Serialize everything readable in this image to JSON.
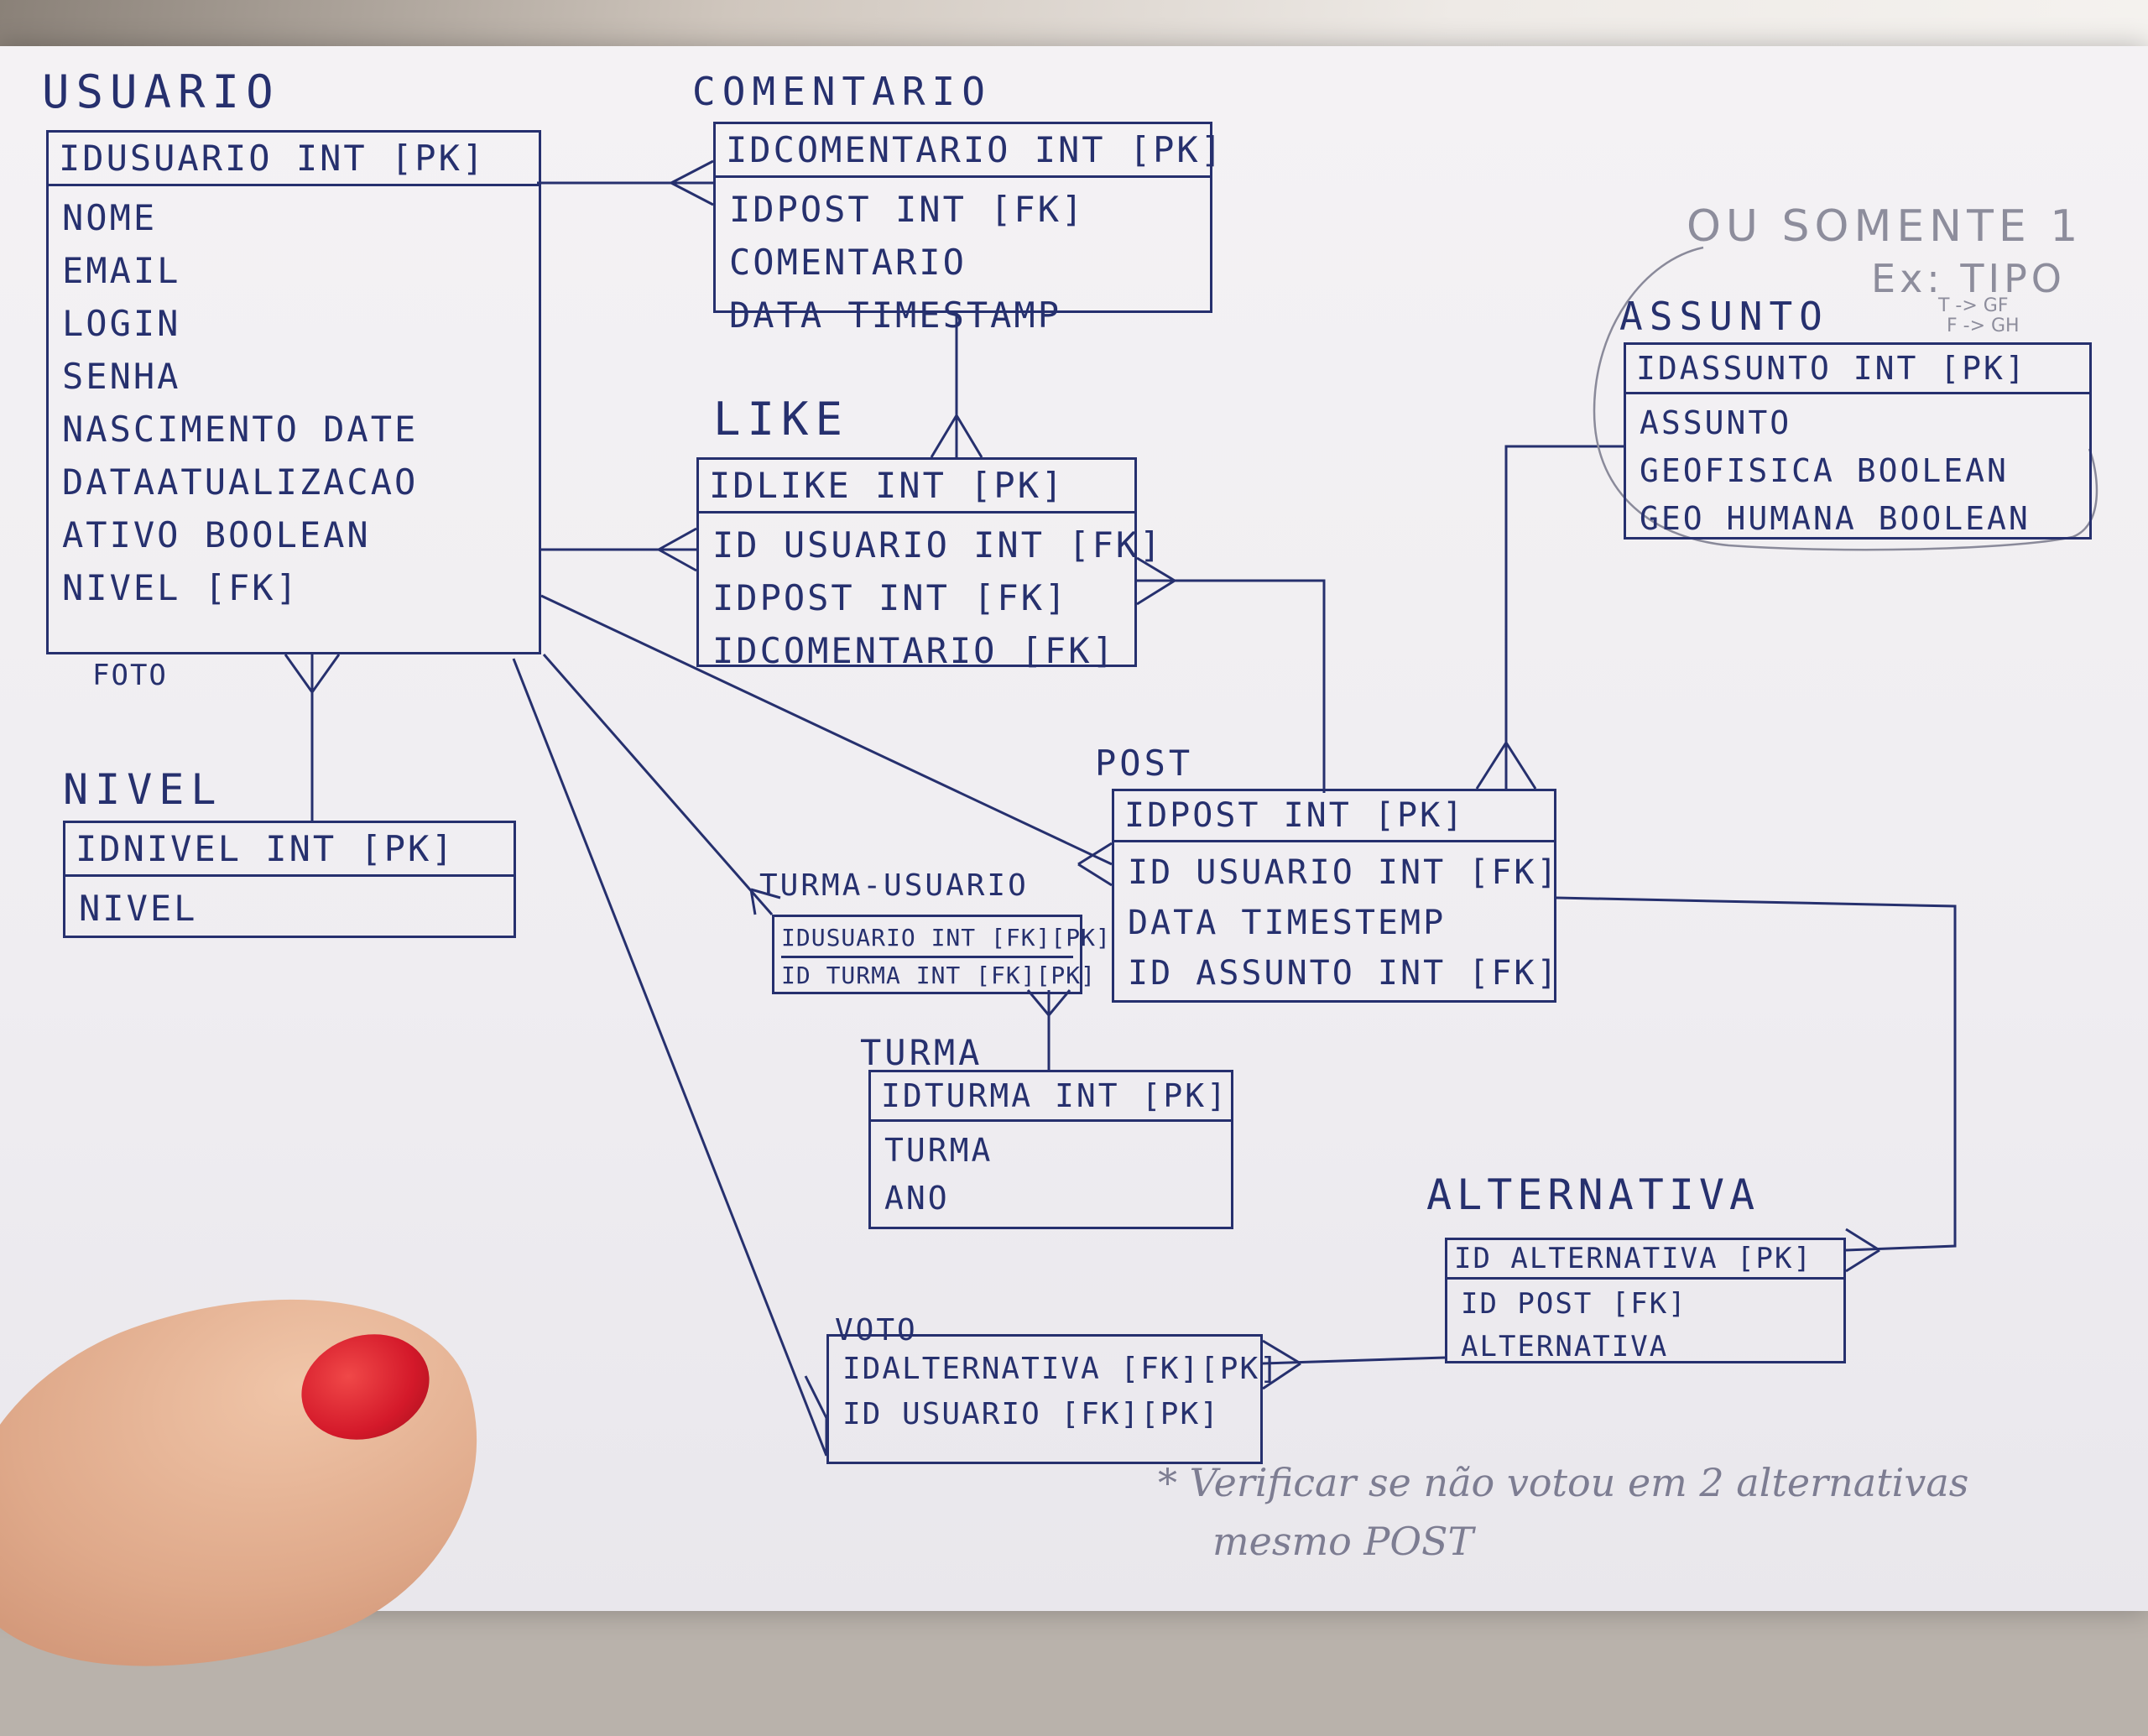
{
  "entities": {
    "usuario": {
      "title": "USUARIO",
      "pk": "IDUSUARIO INT [PK]",
      "attrs": [
        "NOME",
        "EMAIL",
        "LOGIN",
        "SENHA",
        "NASCIMENTO DATE",
        "DATAATUALIZACAO",
        "ATIVO BOOLEAN",
        "NIVEL [FK]"
      ],
      "extra": "FOTO"
    },
    "comentario": {
      "title": "COMENTARIO",
      "pk": "IDCOMENTARIO INT [PK]",
      "attrs": [
        "IDPOST INT [FK]",
        "COMENTARIO",
        "DATA TIMESTAMP"
      ]
    },
    "like": {
      "title": "LIKE",
      "pk": "IDLIKE INT [PK]",
      "attrs": [
        "ID USUARIO INT [FK]",
        "IDPOST INT [FK]",
        "IDCOMENTARIO [FK]"
      ]
    },
    "nivel": {
      "title": "NIVEL",
      "pk": "IDNIVEL INT [PK]",
      "attrs": [
        "NIVEL"
      ]
    },
    "assunto": {
      "title": "ASSUNTO",
      "pk": "IDASSUNTO INT [PK]",
      "attrs": [
        "ASSUNTO",
        "GEOFISICA BOOLEAN",
        "GEO HUMANA BOOLEAN"
      ]
    },
    "post": {
      "title": "POST",
      "pk": "IDPOST INT [PK]",
      "attrs": [
        "ID USUARIO INT [FK]",
        "DATA TIMESTEMP",
        "ID ASSUNTO INT [FK]"
      ]
    },
    "turma_usuario": {
      "title": "TURMA-USUARIO",
      "attrs": [
        "IDUSUARIO INT [FK][PK]",
        "ID TURMA INT [FK][PK]"
      ]
    },
    "turma": {
      "title": "TURMA",
      "pk": "IDTURMA INT [PK]",
      "attrs": [
        "TURMA",
        "ANO"
      ]
    },
    "alternativa": {
      "title": "ALTERNATIVA",
      "pk": "ID ALTERNATIVA [PK]",
      "attrs": [
        "ID POST [FK]",
        "ALTERNATIVA"
      ]
    },
    "voto": {
      "title": "VOTO",
      "attrs": [
        "IDALTERNATIVA [FK][PK]",
        "ID USUARIO [FK][PK]"
      ]
    }
  },
  "notes": {
    "ou_somente": "OU SOMENTE 1",
    "ex_tipo": "Ex: TIPO",
    "tipo_line1": "T -> GF",
    "tipo_line2": "F -> GH",
    "footnote_line1": "* Verificar se não votou em 2 alternativas",
    "footnote_line2": "mesmo POST"
  },
  "colors": {
    "ink": "#26306e",
    "pencil": "#7d7d92",
    "paper": "#f2f0f3",
    "nail": "#d4192a"
  }
}
